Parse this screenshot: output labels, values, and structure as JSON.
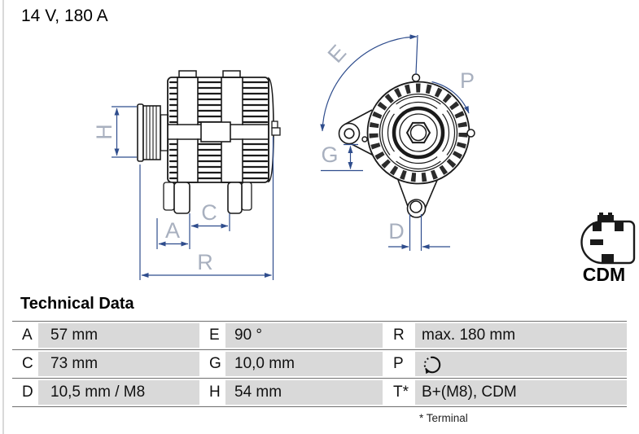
{
  "header": {
    "title": "14 V, 180 A"
  },
  "diagram": {
    "side_view": {
      "labels": {
        "h": "H",
        "a": "A",
        "c": "C",
        "r": "R"
      }
    },
    "front_view": {
      "labels": {
        "e": "E",
        "p": "P",
        "g": "G",
        "d": "D"
      }
    },
    "connector": {
      "label": "CDM"
    },
    "colors": {
      "dimension_line": "#2f4d8d",
      "dimension_label": "#a8b0bf",
      "drawing_stroke": "#1a1a1a",
      "table_cell_gray": "#d9d9d9"
    }
  },
  "table": {
    "title": "Technical Data",
    "rows": [
      {
        "c1_key": "A",
        "c1_val": "57 mm",
        "c2_key": "E",
        "c2_val": "90 °",
        "c3_key": "R",
        "c3_val": "max. 180 mm"
      },
      {
        "c1_key": "C",
        "c1_val": "73 mm",
        "c2_key": "G",
        "c2_val": "10,0 mm",
        "c3_key": "P",
        "c3_val": "",
        "c3_icon": "rotation-cw-icon"
      },
      {
        "c1_key": "D",
        "c1_val": "10,5 mm / M8",
        "c2_key": "H",
        "c2_val": "54 mm",
        "c3_key": "T*",
        "c3_val": "B+(M8), CDM"
      }
    ],
    "footnote": "* Terminal"
  }
}
